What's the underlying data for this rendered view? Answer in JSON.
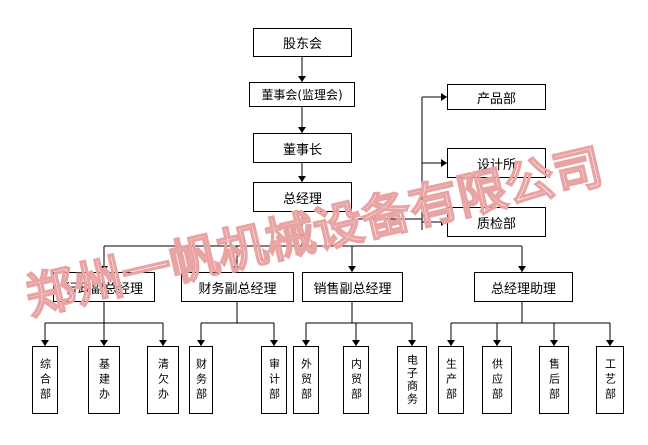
{
  "nodes": {
    "shareholders": "股东会",
    "board_supervisory": "董事会(监理会)",
    "chairman": "董事长",
    "general_manager": "总经理",
    "product_dept": "产品部",
    "design_institute": "设计所",
    "qc_dept": "质检部",
    "admin_vp": "行政副总经理",
    "finance_vp": "财务副总经理",
    "sales_vp": "销售副总经理",
    "gm_assistant": "总经理助理",
    "general_office": "综合部",
    "construction_office": "基建办",
    "debt_office": "清欠办",
    "finance_dept": "财务部",
    "audit_dept": "审计部",
    "foreign_trade": "外贸部",
    "domestic_trade": "内贸部",
    "e_commerce": "电子商务",
    "production_dept": "生产部",
    "supply_dept": "供应部",
    "after_sales": "售后部",
    "process_dept": "工艺部"
  },
  "watermark": "郑州一帆机械设备有限公司",
  "colors": {
    "line": "#000000",
    "box_border": "#000000",
    "watermark": "#e9a3a3"
  }
}
